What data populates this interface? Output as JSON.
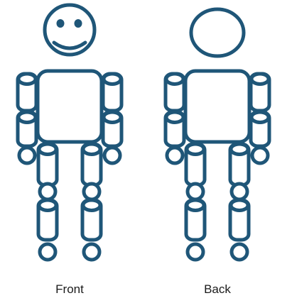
{
  "figures": [
    {
      "id": "front",
      "label": "Front",
      "face": "smiley"
    },
    {
      "id": "back",
      "label": "Back",
      "face": "blank"
    }
  ],
  "colors": {
    "stroke": "#1f5678",
    "fill": "#ffffff",
    "text": "#1a1a1a",
    "background": "#ffffff"
  }
}
